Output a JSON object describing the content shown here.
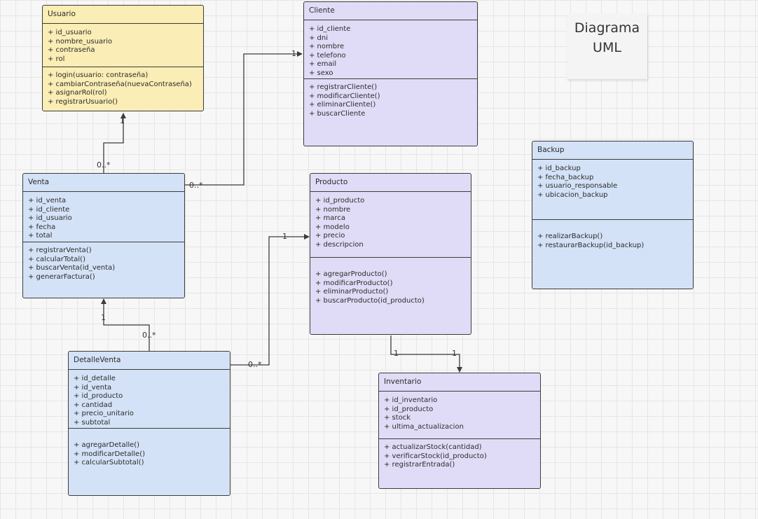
{
  "note": {
    "line1": "Diagrama",
    "line2": "UML"
  },
  "classes": {
    "usuario": {
      "name": "Usuario",
      "attributes": [
        "+ id_usuario",
        "+ nombre_usuario",
        "+ contraseña",
        "+ rol"
      ],
      "methods": [
        "+ login(usuario: contraseña)",
        "+ cambiarContraseña(nuevaContraseña)",
        "+ asignarRol(rol)",
        "+ registrarUsuario()"
      ]
    },
    "cliente": {
      "name": "Cliente",
      "attributes": [
        "+ id_cliente",
        "+ dni",
        "+ nombre",
        "+ telefono",
        "+ email",
        "+ sexo"
      ],
      "methods": [
        "+ registrarCliente()",
        "+ modificarCliente()",
        "+ eliminarCliente()",
        "+ buscarCliente"
      ]
    },
    "venta": {
      "name": "Venta",
      "attributes": [
        "+ id_venta",
        "+ id_cliente",
        "+ id_usuario",
        "+ fecha",
        "+ total"
      ],
      "methods": [
        "+ registrarVenta()",
        "+ calcularTotal()",
        "+ buscarVenta(id_venta)",
        "+ generarFactura()"
      ]
    },
    "producto": {
      "name": "Producto",
      "attributes": [
        "+ id_producto",
        "+ nombre",
        "+ marca",
        "+ modelo",
        "+ precio",
        "+ descripcion"
      ],
      "methods": [
        "+ agregarProducto()",
        "+ modificarProducto()",
        "+ eliminarProducto()",
        "+ buscarProducto(id_producto)"
      ]
    },
    "backup": {
      "name": "Backup",
      "attributes": [
        "+ id_backup",
        "+ fecha_backup",
        "+ usuario_responsable",
        "+ ubicacion_backup"
      ],
      "methods": [
        "+ realizarBackup()",
        "+ restaurarBackup(id_backup)"
      ]
    },
    "detalleventa": {
      "name": "DetalleVenta",
      "attributes": [
        "+ id_detalle",
        "+ id_venta",
        "+ id_producto",
        "+ cantidad",
        "+ precio_unitario",
        "+ subtotal"
      ],
      "methods": [
        "+ agregarDetalle()",
        "+ modificarDetalle()",
        "+ calcularSubtotal()"
      ]
    },
    "inventario": {
      "name": "Inventario",
      "attributes": [
        "+ id_inventario",
        "+ id_producto",
        "+ stock",
        "+ ultima_actualizacion"
      ],
      "methods": [
        "+ actualizarStock(cantidad)",
        "+ verificarStock(id_producto)",
        "+ registrarEntrada()"
      ]
    }
  },
  "multiplicities": {
    "venta_usuario_many": "0..*",
    "venta_usuario_one": "1",
    "venta_cliente_many": "0..*",
    "venta_cliente_one": "1",
    "detalle_venta_many": "0..*",
    "detalle_venta_one": "1",
    "detalle_producto_many": "0..*",
    "detalle_producto_one": "1",
    "producto_inventario_from": "1",
    "producto_inventario_to": "1"
  },
  "colors": {
    "usuario": "#faedb5",
    "blue_classes": "#d4e2f7",
    "purple_classes": "#e0dcf7",
    "lines": "#3c3c3c"
  }
}
